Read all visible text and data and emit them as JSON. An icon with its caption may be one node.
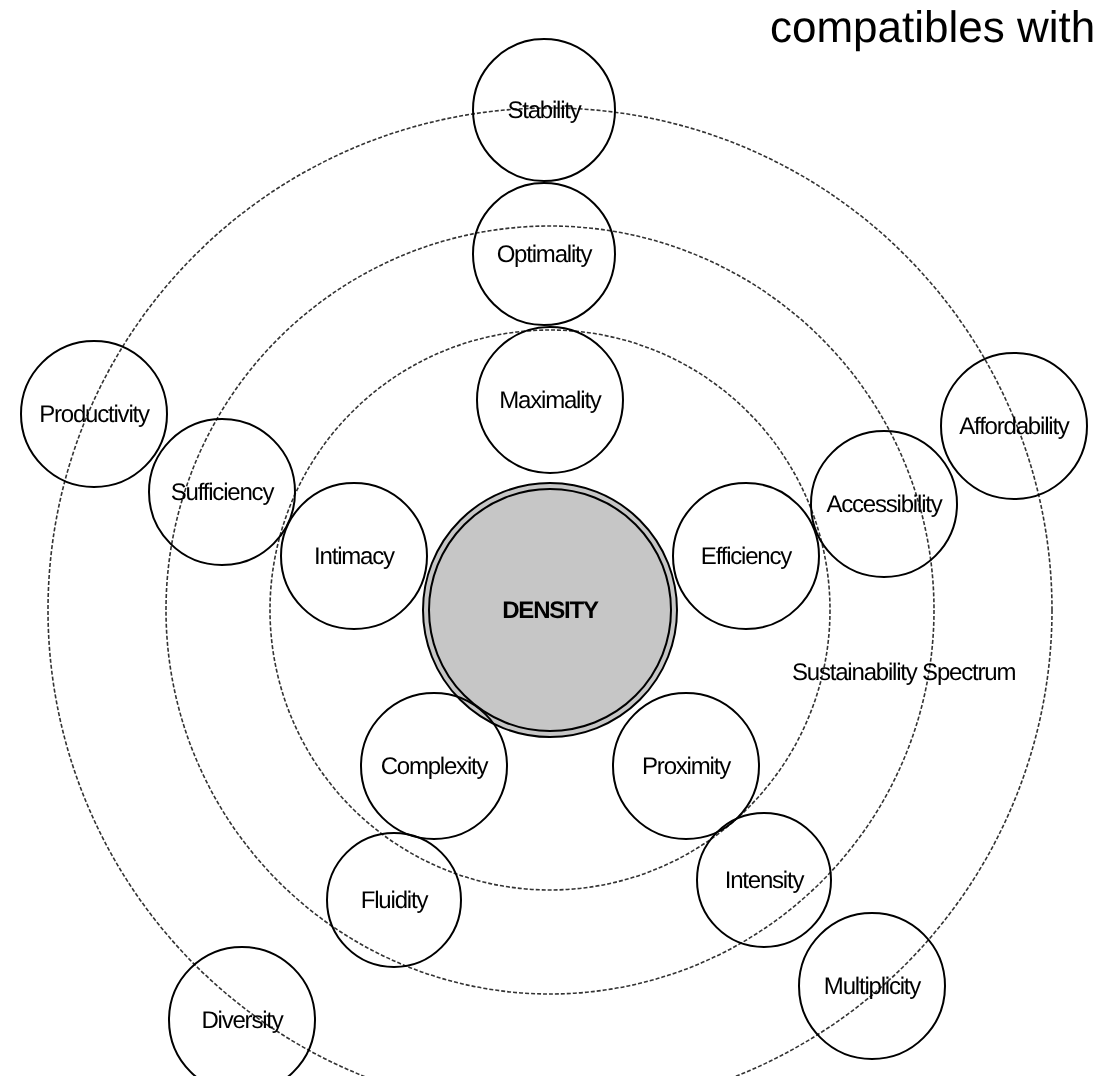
{
  "diagram": {
    "nodes": [
      {
        "text": [
          "Stability"
        ]
      },
      {
        "text": [
          "Optimality"
        ]
      },
      {
        "text": [
          "Productivity"
        ]
      },
      {
        "text": [
          "Maximality"
        ]
      },
      {
        "text": [
          "Affordability"
        ]
      },
      {
        "text": [
          "Sufficiency"
        ]
      },
      {
        "text": [
          "Accessibility"
        ]
      },
      {
        "text": [
          "Intimacy"
        ]
      },
      {
        "text": [
          "Efficiency"
        ]
      },
      {
        "text": [
          "DENSITY"
        ]
      },
      {
        "text": [
          "Complexity"
        ]
      },
      {
        "text": [
          "Proximity"
        ]
      },
      {
        "text": [
          "Intensity"
        ]
      },
      {
        "text": [
          "Fluidity"
        ]
      },
      {
        "text": [
          "Multiplicity"
        ]
      },
      {
        "text": [
          "Diversity"
        ]
      }
    ],
    "edges": [],
    "labels": [
      "compatibles with",
      "Sustainability Spectrum"
    ]
  }
}
